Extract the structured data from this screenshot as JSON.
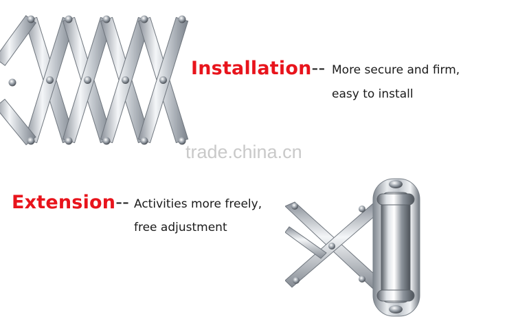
{
  "installation": {
    "title": "Installation",
    "dashes": "--",
    "line1": "More secure and firm,",
    "line2": "easy to install"
  },
  "extension": {
    "title": "Extension",
    "dashes": "--",
    "line1": "Activities more freely,",
    "line2": "free adjustment"
  },
  "watermark": "trade.china.cn",
  "colors": {
    "heading": "#e8141c",
    "text": "#1a1a1a",
    "watermark": "#c9c9c9",
    "steel": "#cfd3d8"
  },
  "icons": {
    "top_image": "scissor-rack-icon",
    "bottom_image": "wall-mount-bracket-icon"
  }
}
